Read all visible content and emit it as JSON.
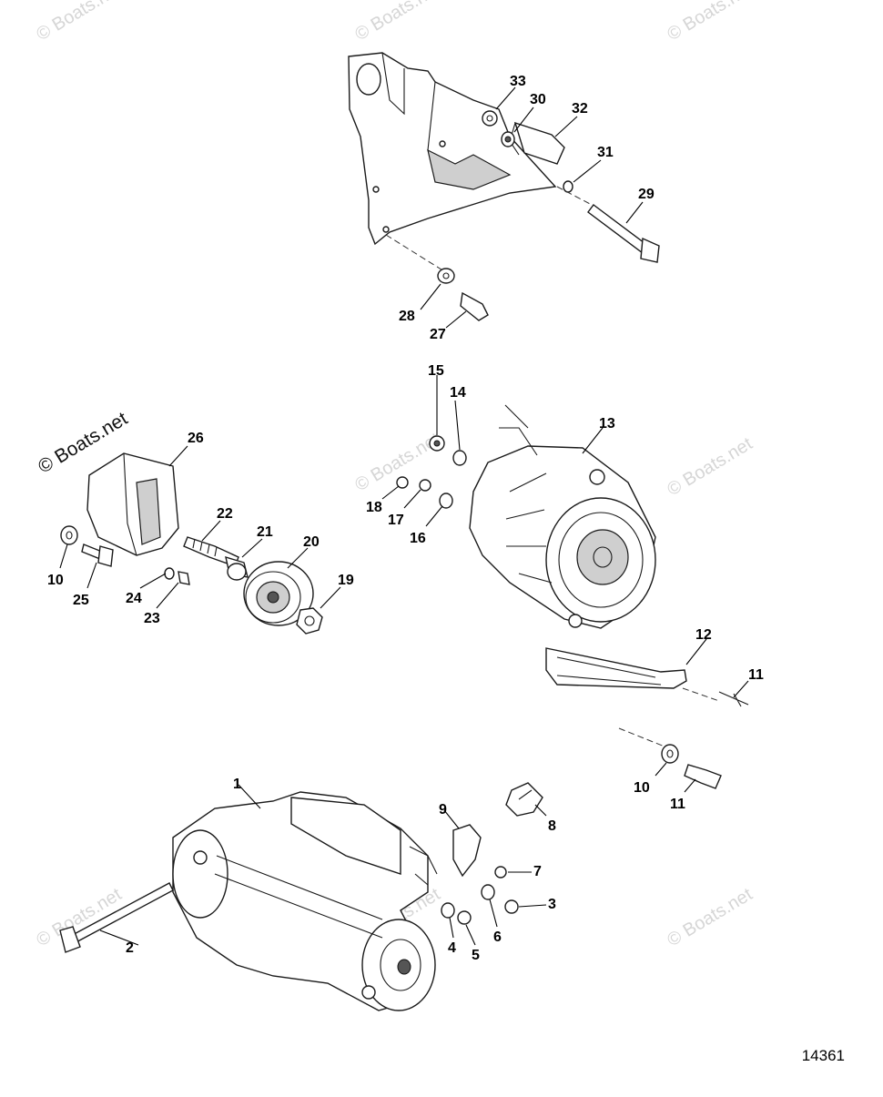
{
  "diagram": {
    "number": "14361",
    "main_watermark": "© Boats.net",
    "watermark_text": "© Boats.net",
    "callouts": [
      "1",
      "2",
      "3",
      "4",
      "5",
      "6",
      "7",
      "8",
      "9",
      "10",
      "10",
      "11",
      "12",
      "13",
      "14",
      "15",
      "16",
      "17",
      "18",
      "19",
      "20",
      "21",
      "22",
      "23",
      "24",
      "25",
      "26",
      "27",
      "28",
      "29",
      "30",
      "31",
      "31",
      "32",
      "33"
    ]
  }
}
